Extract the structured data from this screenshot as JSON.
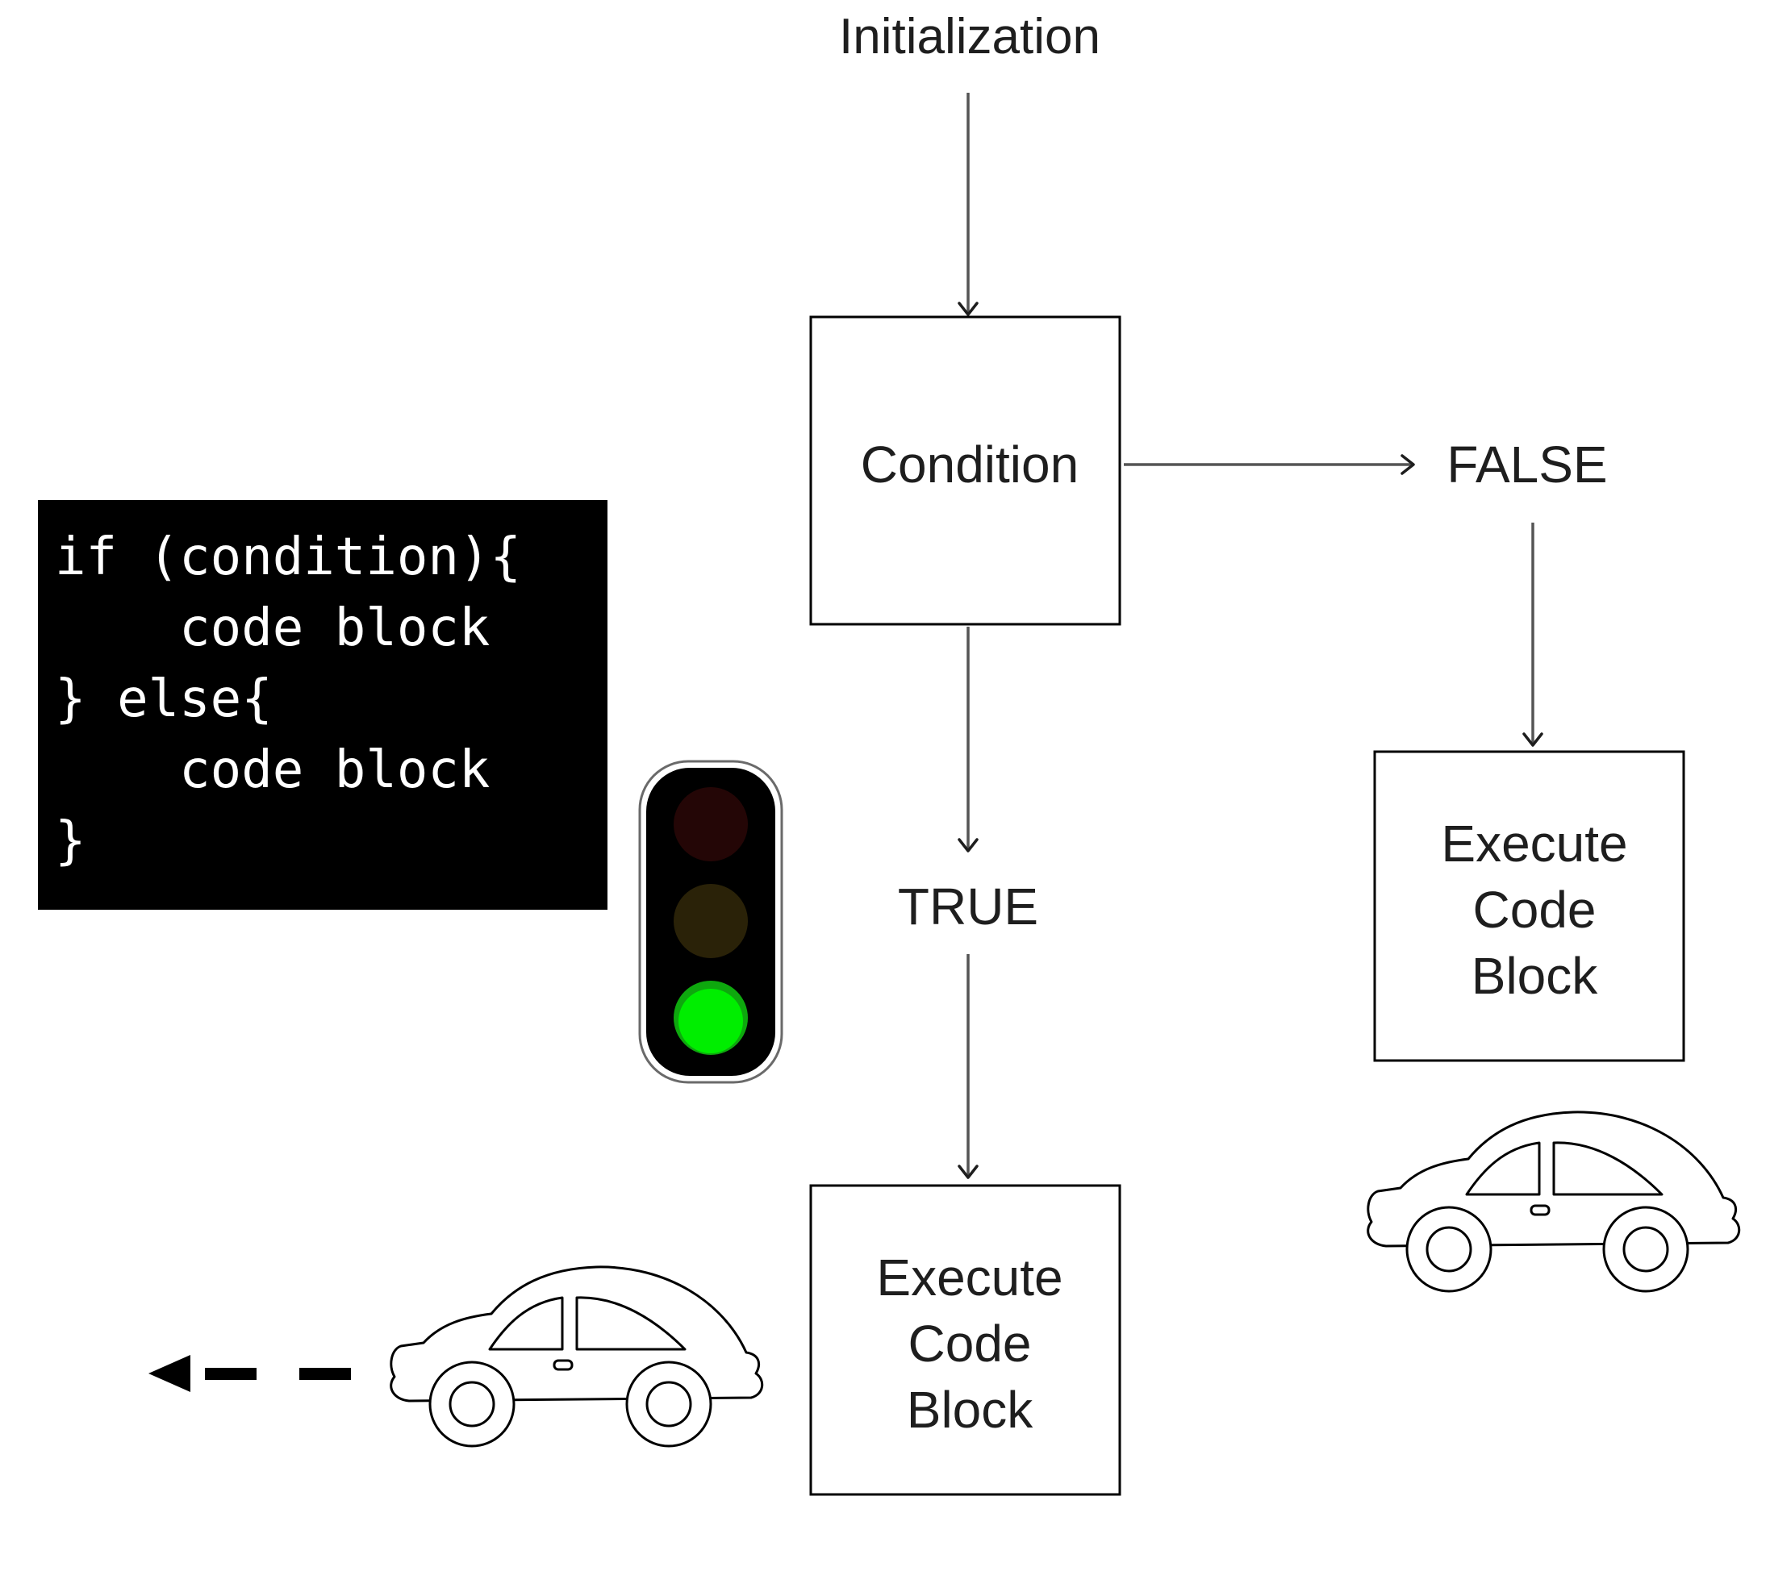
{
  "nodes": {
    "initialization": "Initialization",
    "condition": "Condition",
    "false_label": "FALSE",
    "true_label": "TRUE",
    "execute_true": [
      "Execute",
      "Code",
      "Block"
    ],
    "execute_false": [
      "Execute",
      "Code",
      "Block"
    ]
  },
  "code_snippet": {
    "lines": [
      "if (condition){",
      "    code block",
      "} else{",
      "    code block",
      "}"
    ]
  },
  "colors": {
    "code_background": "#000000",
    "code_text": "#ffffff",
    "light_green": "#00ee00",
    "light_red_dim": "#240606",
    "light_yellow_dim": "#2a2208",
    "arrow": "#555555"
  },
  "icons": {
    "traffic_light": "traffic-light-icon",
    "car_moving": "car-icon",
    "car_stopped": "car-icon",
    "motion_arrow": "dashed-left-arrow-icon"
  }
}
